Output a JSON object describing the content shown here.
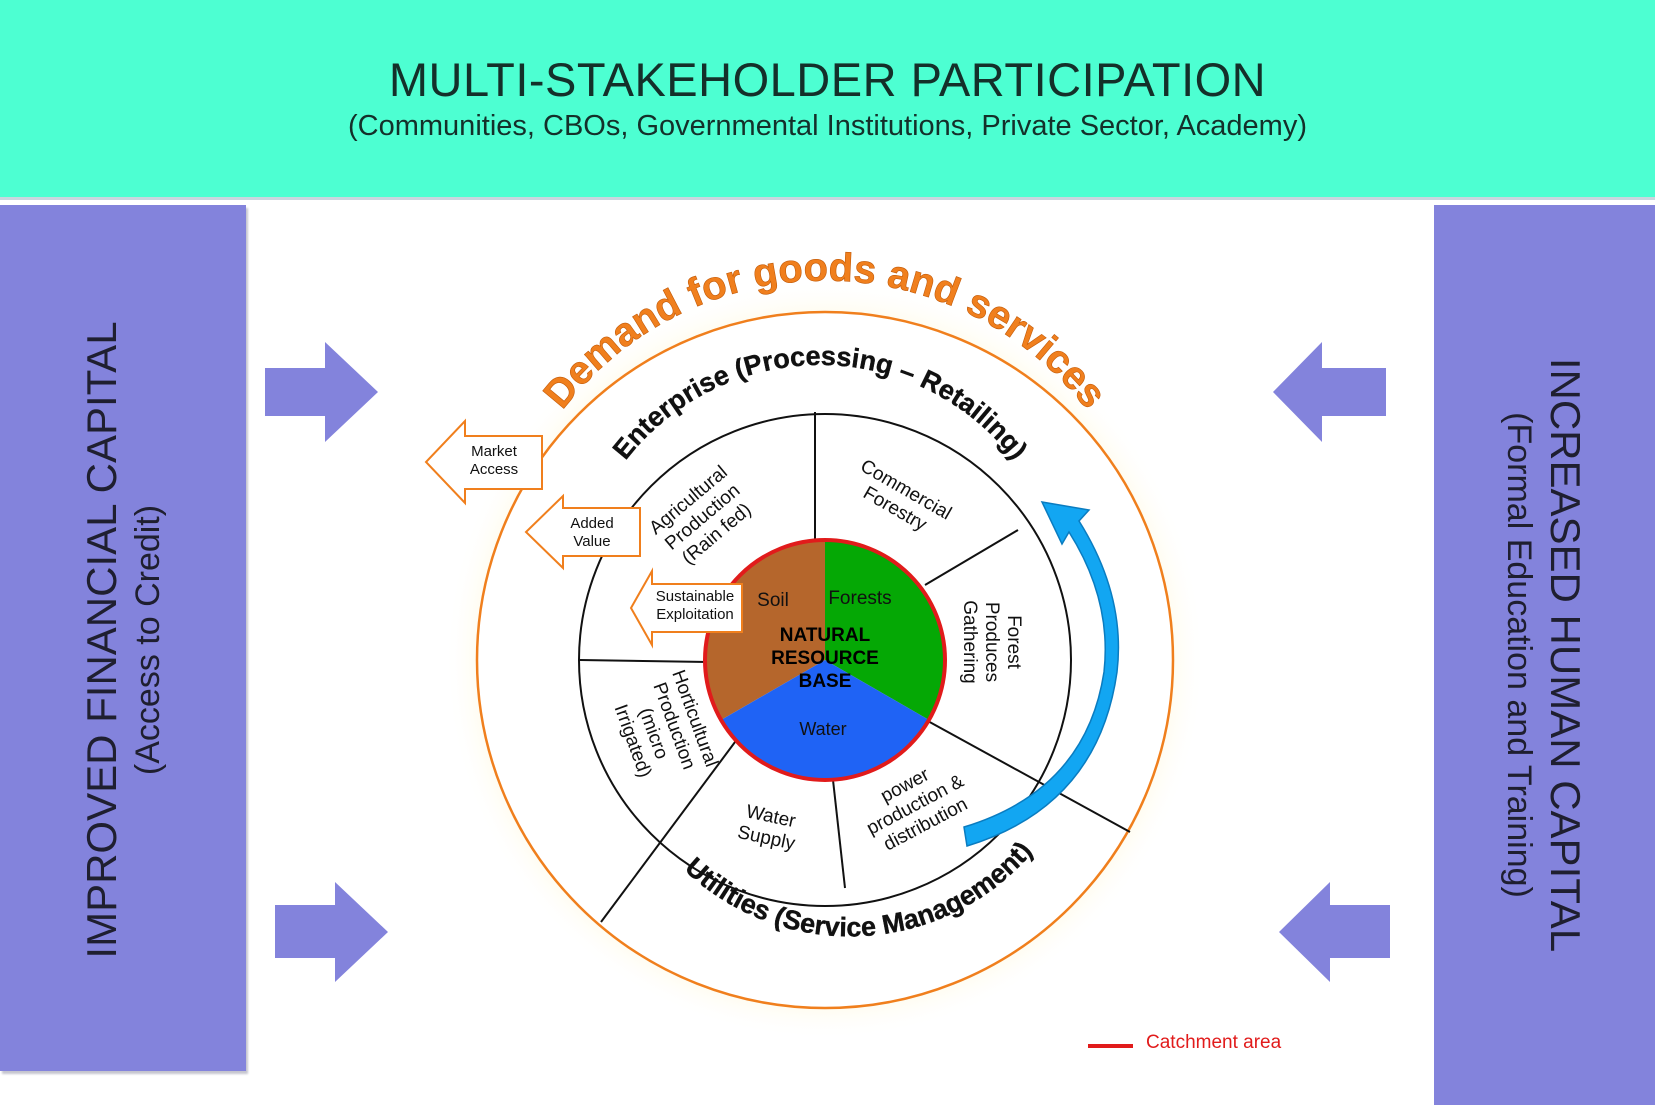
{
  "banner": {
    "title": "MULTI-STAKEHOLDER PARTICIPATION",
    "subtitle": "(Communities, CBOs, Governmental Institutions, Private Sector, Academy)"
  },
  "left_panel": {
    "title": "IMPROVED FINANCIAL CAPITAL",
    "subtitle": "(Access to Credit)"
  },
  "right_panel": {
    "title": "INCREASED HUMAN CAPITAL",
    "subtitle": "(Formal Education and Training)"
  },
  "demand_label": "Demand for goods and services",
  "ring": {
    "top_label": "Enterprise (Processing – Retailing)",
    "bottom_label": "Utilities (Service Management)"
  },
  "sectors": {
    "agricultural": [
      "Agricultural",
      "Production",
      "(Rain fed)"
    ],
    "commercial_forestry": [
      "Commercial",
      "Forestry"
    ],
    "forest_produces": [
      "Forest",
      "Produces",
      "Gathering"
    ],
    "power": [
      "power",
      "production &",
      "distribution"
    ],
    "water_supply": [
      "Water",
      "Supply"
    ],
    "horticultural": [
      "Horticultural",
      "Production",
      "(micro",
      "Irrigated)"
    ]
  },
  "core": {
    "soil": "Soil",
    "forests": "Forests",
    "water": "Water",
    "center": [
      "NATURAL",
      "RESOURCE",
      "BASE"
    ]
  },
  "callouts": {
    "market_access": [
      "Market",
      "Access"
    ],
    "added_value": [
      "Added",
      "Value"
    ],
    "sustainable_exploitation": [
      "Sustainable",
      "Exploitation"
    ]
  },
  "legend": {
    "catchment_label": "Catchment area"
  },
  "colors": {
    "banner": "#4dffd2",
    "panel": "#8383dc",
    "arrow": "#8383dc",
    "demand": "#f07f1d",
    "soil": "#b5662c",
    "forests": "#05a805",
    "water": "#1f63f5",
    "catchment": "#e11b1b",
    "cycle_arrow": "#12a6f2"
  }
}
